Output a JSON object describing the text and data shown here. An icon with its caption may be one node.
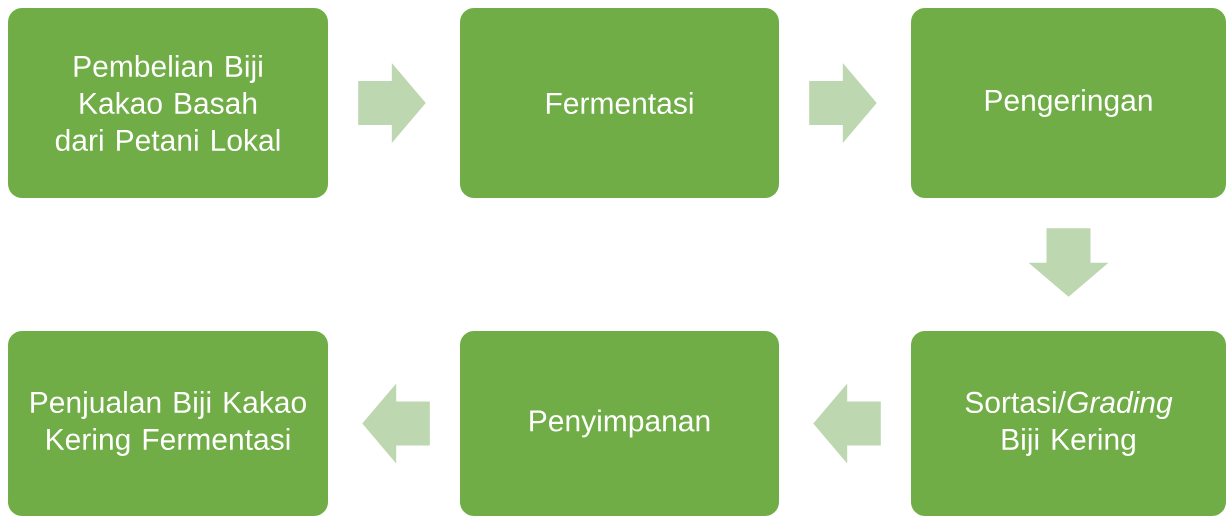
{
  "diagram": {
    "nodes": [
      {
        "text": [
          "Pembelian Biji Kakao Basah dari Petani Lokal"
        ]
      },
      {
        "text": [
          "Fermentasi"
        ]
      },
      {
        "text": [
          "Pengeringan"
        ]
      },
      {
        "text": [
          "Sortasi/*Grading* Biji Kering"
        ]
      },
      {
        "text": [
          "Penyimpanan"
        ]
      },
      {
        "text": [
          "Penjualan Biji Kakao Kering Fermentasi"
        ]
      }
    ],
    "edges": [
      {
        "from": 0,
        "to": 1,
        "arrow": "to"
      },
      {
        "from": 1,
        "to": 2,
        "arrow": "to"
      },
      {
        "from": 2,
        "to": 3,
        "arrow": "to"
      },
      {
        "from": 3,
        "to": 4,
        "arrow": "to"
      },
      {
        "from": 4,
        "to": 5,
        "arrow": "to"
      }
    ]
  }
}
